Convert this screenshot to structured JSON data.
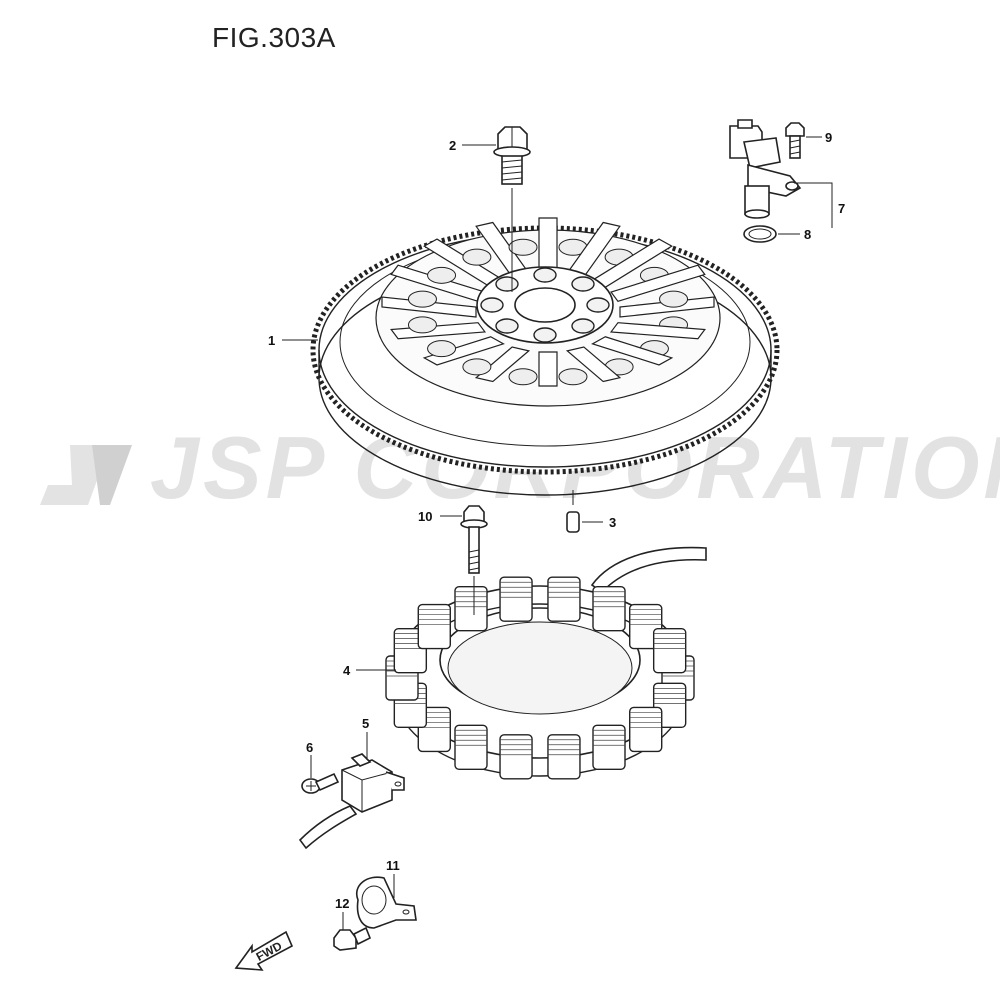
{
  "figure": {
    "title": "FIG.303A",
    "watermark": "JSP CORPORATION",
    "direction_label": "FWD"
  },
  "callouts": [
    {
      "id": "c1",
      "label": "1"
    },
    {
      "id": "c2",
      "label": "2"
    },
    {
      "id": "c3",
      "label": "3"
    },
    {
      "id": "c4",
      "label": "4"
    },
    {
      "id": "c5",
      "label": "5"
    },
    {
      "id": "c6",
      "label": "6"
    },
    {
      "id": "c7",
      "label": "7"
    },
    {
      "id": "c8",
      "label": "8"
    },
    {
      "id": "c9",
      "label": "9"
    },
    {
      "id": "c10",
      "label": "10"
    },
    {
      "id": "c11",
      "label": "11"
    },
    {
      "id": "c12",
      "label": "12"
    }
  ]
}
